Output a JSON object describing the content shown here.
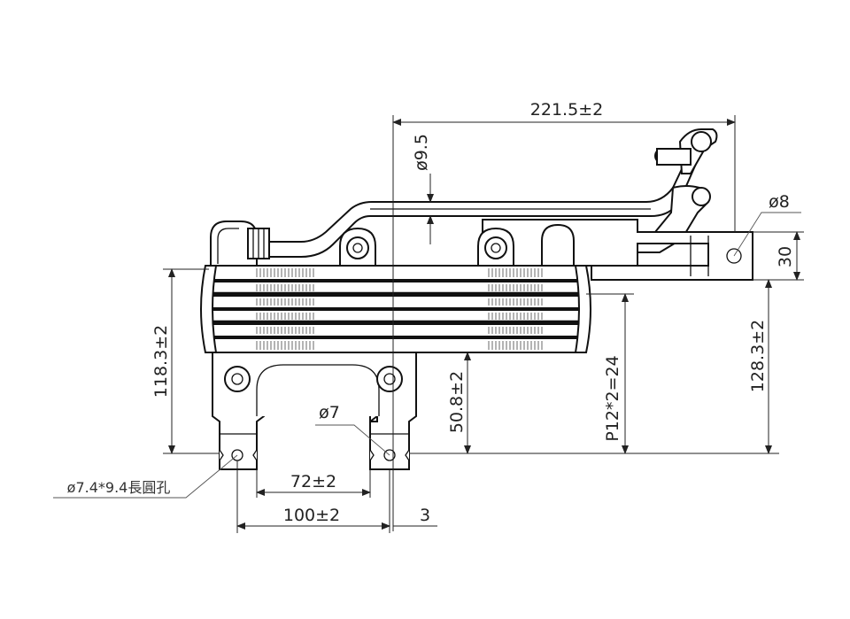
{
  "dimensions": {
    "overall_width": "221.5±2",
    "tube_diameter": "ø9.5",
    "bracket_hole": "ø8",
    "bracket_height": "30",
    "total_height": "128.3±2",
    "body_height": "118.3±2",
    "mount_height": "50.8±2",
    "pitch": "P12*2=24",
    "hole_dia": "ø7",
    "inner_span": "72±2",
    "outer_span": "100±2",
    "offset": "3",
    "slot_hole": "ø7.4*9.4長圓孔"
  },
  "colors": {
    "line": "#111111",
    "background": "#ffffff"
  }
}
